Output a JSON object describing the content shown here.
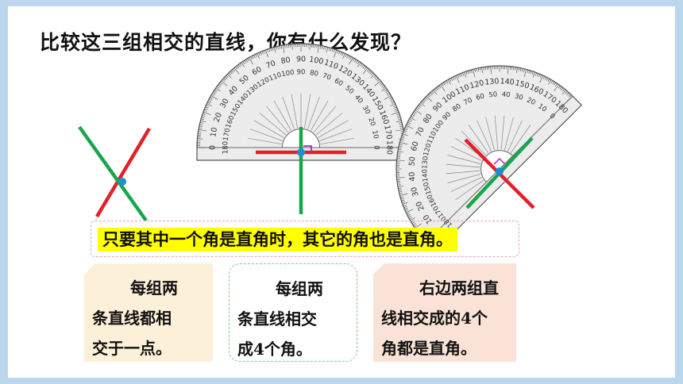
{
  "question": "比较这三组相交的直线，你有什么发现？",
  "conclusion": "只要其中一个角是直角时，其它的角也是直角。",
  "cards": [
    {
      "lines": [
        "每组两",
        "条直线都相",
        "交于一点。"
      ]
    },
    {
      "lines": [
        "每组两",
        "条直线相交",
        "成4个角。"
      ]
    },
    {
      "lines": [
        "右边两组直",
        "线相交成的4个",
        "角都是直角。"
      ]
    }
  ],
  "protractor": {
    "outer_scale": [
      "0",
      "10",
      "20",
      "30",
      "40",
      "50",
      "60",
      "70",
      "80",
      "90",
      "100",
      "110",
      "120",
      "130",
      "140",
      "150",
      "160",
      "170",
      "180"
    ],
    "inner_scale": [
      "180",
      "170",
      "160",
      "150",
      "140",
      "130",
      "120",
      "110",
      "100",
      "90",
      "80",
      "70",
      "60",
      "50",
      "40",
      "30",
      "20",
      "10",
      "0"
    ]
  },
  "colors": {
    "red_line": "#e3202a",
    "green_line": "#18a64a",
    "point": "#1a8fd6",
    "right_angle_mark_1": "#9b30c8",
    "right_angle_mark_2": "#c040c8",
    "background": "#bcd6ee"
  }
}
